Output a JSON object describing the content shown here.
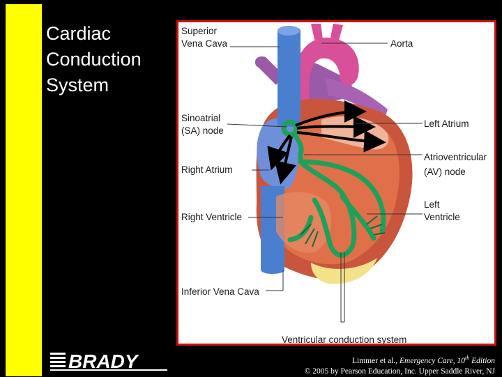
{
  "slide": {
    "title_lines": [
      "Cardiac",
      "Conduction",
      "System"
    ]
  },
  "diagram": {
    "labels": {
      "superior_vena_cava_1": "Superior",
      "superior_vena_cava_2": "Vena Cava",
      "aorta": "Aorta",
      "sa_node_1": "Sinoatrial",
      "sa_node_2": "(SA) node",
      "left_atrium": "Left Atrium",
      "av_node_1": "Atrioventricular",
      "av_node_2": "(AV) node",
      "right_atrium": "Right Atrium",
      "left_ventricle_1": "Left",
      "left_ventricle_2": "Ventricle",
      "right_ventricle": "Right Ventricle",
      "inferior_vena_cava": "Inferior Vena Cava",
      "ventricular_conduction": "Ventricular conduction system"
    }
  },
  "footer": {
    "logo_text": "BRADY",
    "citation_line1_authors": "Limmer et al., ",
    "citation_line1_book": "Emergency Care, 10",
    "citation_line1_sup": "th",
    "citation_line1_edition": " Edition",
    "citation_line2": "© 2005 by Pearson Education, Inc. Upper Saddle River, NJ"
  },
  "colors": {
    "background": "#000000",
    "accent_bar": "#ffff00",
    "panel_border": "#d01010",
    "conduction_pathway": "#1fa05a",
    "vena_cava": "#4a7fd0",
    "aorta": "#d9509a",
    "myocardium": "#e0704a"
  }
}
